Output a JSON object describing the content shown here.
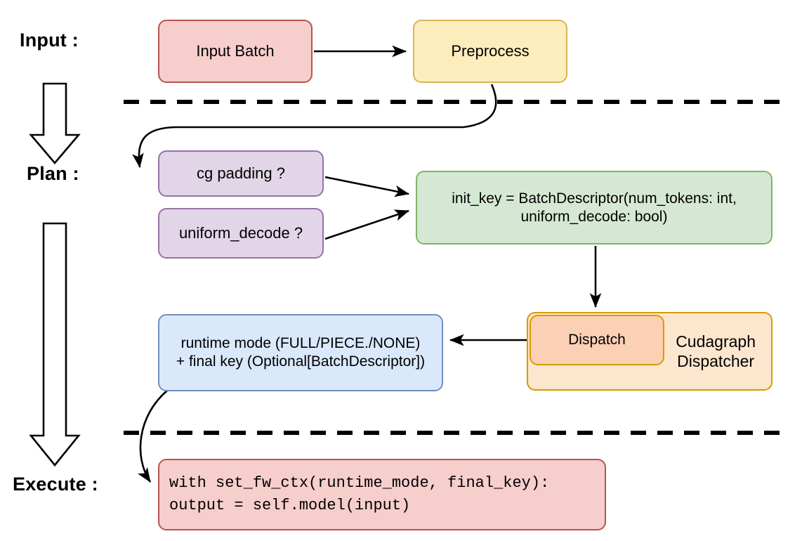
{
  "diagram": {
    "title_stages": [
      "Input :",
      "Plan :",
      "Execute :"
    ],
    "stages": [
      {
        "id": "input",
        "label": "Input :"
      },
      {
        "id": "plan",
        "label": "Plan :"
      },
      {
        "id": "execute",
        "label": "Execute :"
      }
    ],
    "nodes": {
      "input_batch": {
        "label": "Input Batch",
        "fill": "#f6cecc",
        "stroke": "#b85450"
      },
      "preprocess": {
        "label": "Preprocess",
        "fill": "#fdedbc",
        "stroke": "#d6b656"
      },
      "cg_padding": {
        "label": "cg padding ?",
        "fill": "#e1d5e7",
        "stroke": "#9673a6"
      },
      "uniform_decode": {
        "label": "uniform_decode ?",
        "fill": "#e1d5e7",
        "stroke": "#9673a6"
      },
      "init_key": {
        "label": "init_key = BatchDescriptor(num_tokens: int,\nuniform_decode: bool)",
        "fill": "#d5e8d4",
        "stroke": "#82b366"
      },
      "runtime_mode": {
        "label": "runtime mode (FULL/PIECE./NONE)\n+ final key (Optional[BatchDescriptor])",
        "fill": "#dae8fc",
        "stroke": "#6c8ebf"
      },
      "dispatch": {
        "label": "Dispatch",
        "fill": "#fcd0b4",
        "stroke": "#d79b00"
      },
      "cudagraph_dispatcher": {
        "label": "Cudagraph\nDispatcher",
        "fill": "#fce6cd",
        "stroke": "#d79b00"
      },
      "exec_code": {
        "label": "with set_fw_ctx(runtime_mode, final_key):\n    output = self.model(input)",
        "fill": "#f6cecc",
        "stroke": "#b85450"
      }
    },
    "edges": [
      {
        "from": "input_batch",
        "to": "preprocess",
        "style": "straight-arrow"
      },
      {
        "from": "preprocess",
        "to": "cg_padding",
        "style": "curved-arrow"
      },
      {
        "from": "cg_padding",
        "to": "init_key",
        "style": "straight-arrow"
      },
      {
        "from": "uniform_decode",
        "to": "init_key",
        "style": "straight-arrow"
      },
      {
        "from": "init_key",
        "to": "dispatch",
        "style": "straight-arrow"
      },
      {
        "from": "dispatch",
        "to": "runtime_mode",
        "style": "straight-arrow"
      },
      {
        "from": "runtime_mode",
        "to": "exec_code",
        "style": "curved-arrow"
      }
    ],
    "dividers": [
      {
        "name": "input-plan-divider",
        "style": "dashed"
      },
      {
        "name": "plan-execute-divider",
        "style": "dashed"
      }
    ],
    "flow_arrows": [
      {
        "name": "input-to-plan-arrow",
        "style": "hollow-block-arrow-down"
      },
      {
        "name": "plan-to-execute-arrow",
        "style": "hollow-block-arrow-down"
      }
    ],
    "colors": {
      "background": "#ffffff",
      "line": "#000000",
      "text": "#000000"
    }
  }
}
